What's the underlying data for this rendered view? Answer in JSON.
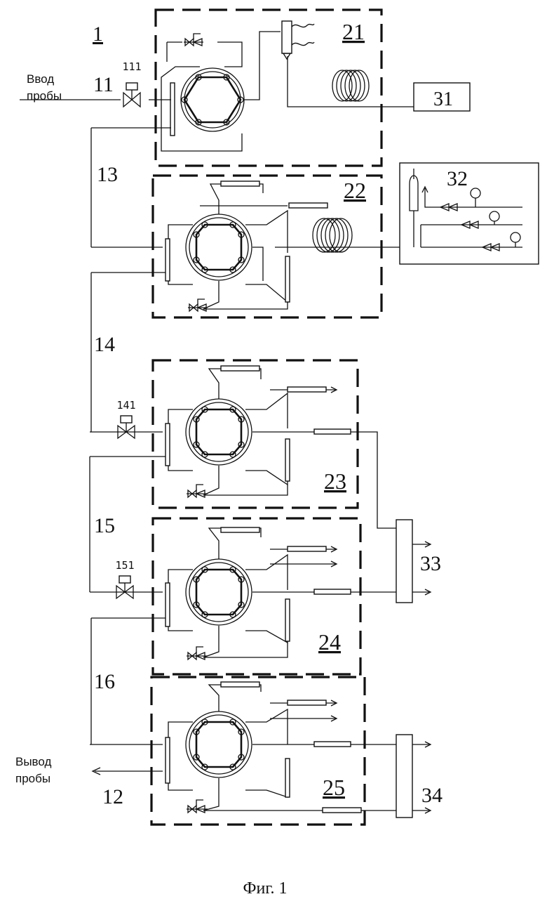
{
  "labels": {
    "system": "1",
    "sample_in_word1": "Ввод",
    "sample_in_word2": "пробы",
    "sample_out_word1": "Вывод",
    "sample_out_word2": "пробы",
    "line_in": "11",
    "line_out": "12",
    "valve_111": "111",
    "line_13": "13",
    "line_14": "14",
    "valve_141": "141",
    "line_15": "15",
    "valve_151": "151",
    "line_16": "16",
    "module_21": "21",
    "module_22": "22",
    "module_23": "23",
    "module_24": "24",
    "module_25": "25",
    "unit_31": "31",
    "unit_32": "32",
    "unit_33": "33",
    "unit_34": "34",
    "caption": "Фиг. 1"
  }
}
